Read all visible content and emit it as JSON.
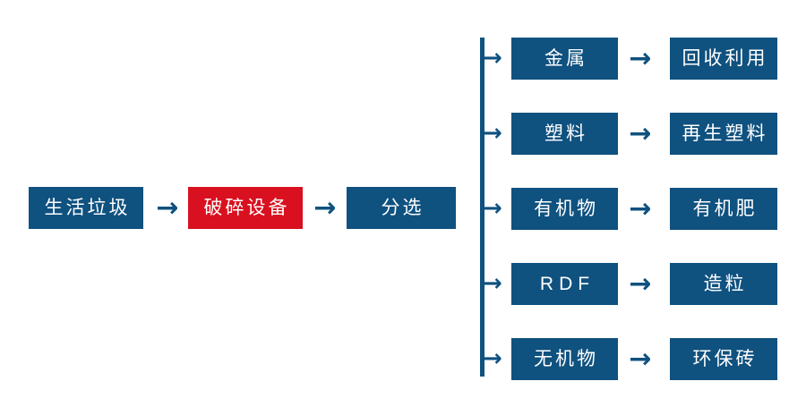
{
  "theme": {
    "primary_color": "#0f517f",
    "accent_color": "#d9101f",
    "text_color": "#ffffff",
    "background_color": "#ffffff"
  },
  "diagram": {
    "type": "process-flowchart",
    "title": "",
    "arrow_glyph": "→",
    "main_flow": [
      {
        "label": "生活垃圾",
        "color": "#0f517f",
        "style": "blue"
      },
      {
        "label": "破碎设备",
        "color": "#d9101f",
        "style": "red"
      },
      {
        "label": "分选",
        "color": "#0f517f",
        "style": "blue"
      }
    ],
    "branches": [
      {
        "material": "金属",
        "product": "回收利用"
      },
      {
        "material": "塑料",
        "product": "再生塑料"
      },
      {
        "material": "有机物",
        "product": "有机肥"
      },
      {
        "material": "RDF",
        "product": "造粒"
      },
      {
        "material": "无机物",
        "product": "环保砖"
      }
    ]
  }
}
